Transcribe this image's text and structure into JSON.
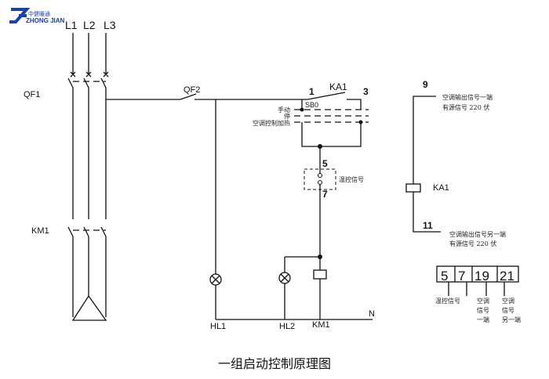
{
  "logo": {
    "cn": "中健暖通",
    "en": "ZHONG JIAN",
    "color": "#1a3fb0"
  },
  "phases": [
    "L1",
    "L2",
    "L3"
  ],
  "labels": {
    "qf1": "QF1",
    "qf2": "QF2",
    "km1_contact": "KM1",
    "ka1_contact": "KA1",
    "node1": "1",
    "node3": "3",
    "sb0": "SB0",
    "node5": "5",
    "node7": "7",
    "hl1": "HL1",
    "hl2": "HL2",
    "km1_coil": "KM1",
    "n": "N",
    "node9": "9",
    "node11": "11",
    "ka1_coil": "KA1"
  },
  "sb0_positions": [
    "手动",
    "停",
    "空调控制加热"
  ],
  "temp_signal": "温控信号",
  "ac_out_1": [
    "空调输出信号一端",
    "有源信号 220 伏"
  ],
  "ac_out_2": [
    "空调输出信号另一端",
    "有源信号 220 伏"
  ],
  "terminals": [
    {
      "num": "5",
      "desc": [
        "温控信号"
      ]
    },
    {
      "num": "7",
      "desc": []
    },
    {
      "num": "19",
      "desc": [
        "空调",
        "信号",
        "一端"
      ]
    },
    {
      "num": "21",
      "desc": [
        "空调",
        "信号",
        "另一端"
      ]
    }
  ],
  "title": "一组启动控制原理图"
}
